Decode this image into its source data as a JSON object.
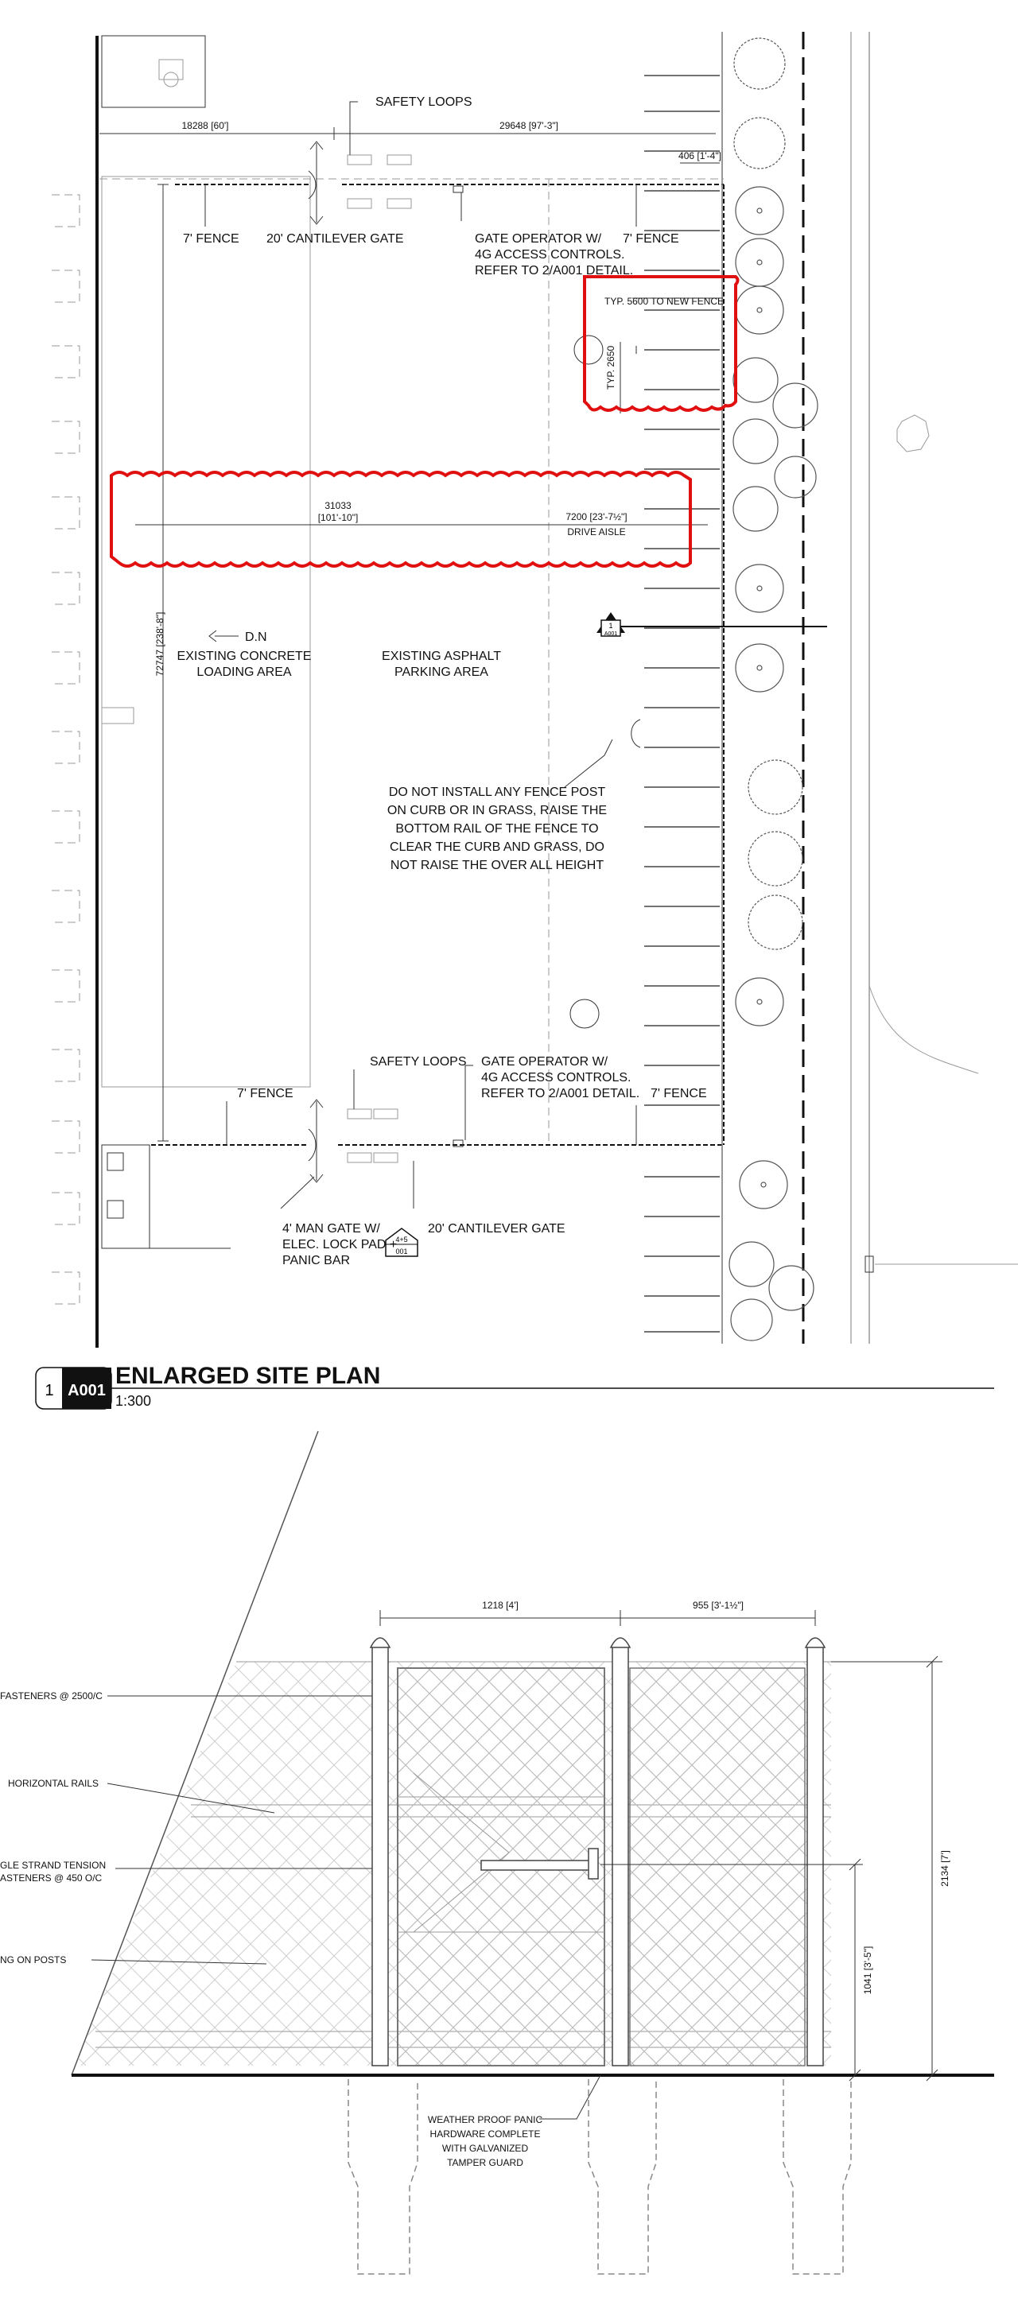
{
  "site_plan": {
    "labels": {
      "safety_loops_top": "SAFETY LOOPS",
      "fence_7_top_left": "7' FENCE",
      "cantilever_gate_top": "20' CANTILEVER GATE",
      "gate_operator_top_1": "GATE OPERATOR W/",
      "gate_operator_top_2": "4G ACCESS CONTROLS.",
      "gate_operator_top_3": "REFER TO 2/A001 DETAIL.",
      "fence_7_top_right": "7' FENCE",
      "typ_new_fence": "TYP. 5600 TO NEW FENCE",
      "typ_2650": "TYP. 2650",
      "dn": "D.N",
      "concrete_1": "EXISTING CONCRETE",
      "concrete_2": "LOADING AREA",
      "asphalt_1": "EXISTING ASPHALT",
      "asphalt_2": "PARKING AREA",
      "note_1": "DO NOT INSTALL ANY FENCE POST",
      "note_2": "ON CURB OR IN GRASS, RAISE THE",
      "note_3": "BOTTOM RAIL OF THE FENCE TO",
      "note_4": "CLEAR THE CURB AND GRASS, DO",
      "note_5": "NOT RAISE THE OVER ALL HEIGHT",
      "fence_7_bottom_left": "7' FENCE",
      "safety_loops_bottom": "SAFETY LOOPS",
      "gate_operator_bottom_1": "GATE OPERATOR W/",
      "gate_operator_bottom_2": "4G ACCESS CONTROLS.",
      "gate_operator_bottom_3": "REFER TO 2/A001 DETAIL.",
      "fence_7_bottom_right": "7' FENCE",
      "man_gate_1": "4' MAN GATE W/",
      "man_gate_2": "ELEC. LOCK PAD +",
      "man_gate_3": "PANIC BAR",
      "cantilever_gate_bottom": "20' CANTILEVER GATE",
      "drive_aisle": "DRIVE AISLE"
    },
    "dimensions": {
      "d18288": "18288 [60']",
      "d29648": "29648 [97'-3\"]",
      "d406": "406 [1'-4\"]",
      "d31033": "31033",
      "d31033_imp": "[101'-10\"]",
      "d7200": "7200 [23'-7½\"]",
      "d72747": "72747 [238'-8\"]"
    },
    "tags": {
      "section_num": "1",
      "section_sheet": "A001",
      "detail_num": "4+5",
      "detail_sheet": "001"
    },
    "title": {
      "number": "1",
      "sheet": "A001",
      "name": "ENLARGED SITE PLAN",
      "scale": "1:300"
    }
  },
  "elevation": {
    "labels": {
      "fasteners": "FASTENERS @ 2500/C",
      "horizontal_rails": "HORIZONTAL RAILS",
      "tension_1": "GLE STRAND TENSION",
      "tension_2": "ASTENERS @ 450 O/C",
      "posts": "NG ON POSTS",
      "panic_1": "WEATHER PROOF PANIC",
      "panic_2": "HARDWARE COMPLETE",
      "panic_3": "WITH GALVANIZED",
      "panic_4": "TAMPER GUARD"
    },
    "dimensions": {
      "d1218": "1218 [4']",
      "d955": "955 [3'-1½\"]",
      "d2134": "2134 [7']",
      "d1041": "1041 [3'-5\"]"
    }
  },
  "colors": {
    "line": "#111111",
    "revision_cloud": "#e01010",
    "background": "#ffffff"
  }
}
